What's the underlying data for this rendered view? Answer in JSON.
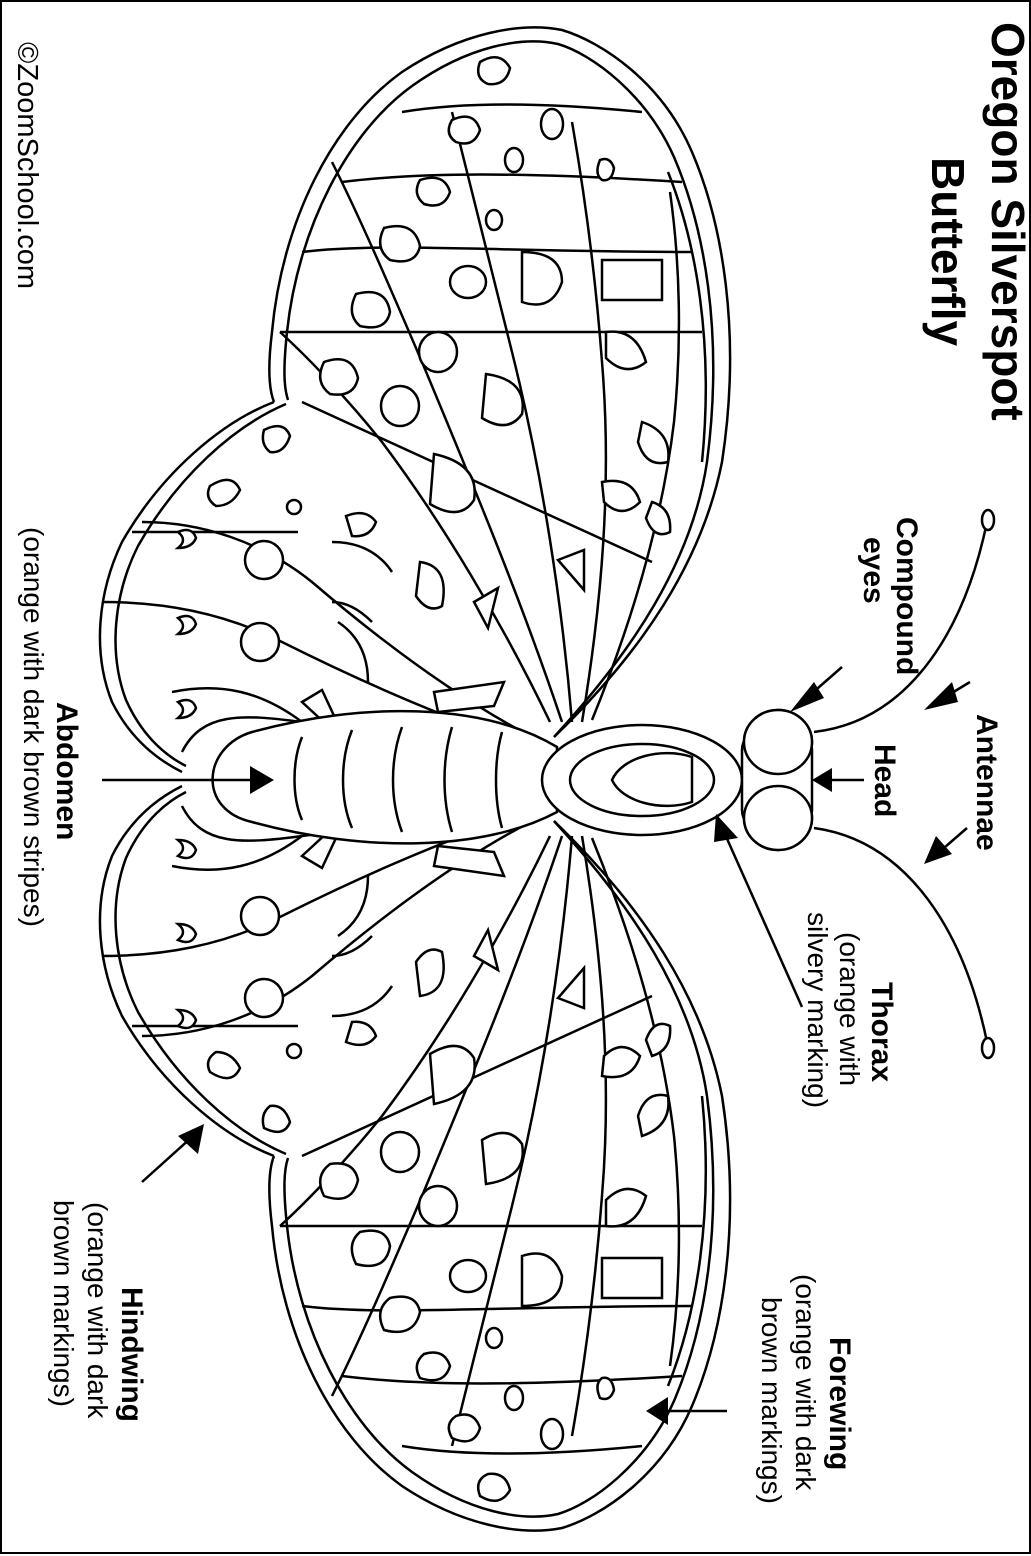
{
  "title": {
    "line1": "Oregon Silverspot",
    "line2": "Butterfly"
  },
  "copyright": "©ZoomSchool.com",
  "labels": {
    "antennae": "Antennae",
    "compound_eyes_1": "Compound",
    "compound_eyes_2": "eyes",
    "head": "Head",
    "thorax": "Thorax",
    "thorax_desc_1": "(orange with",
    "thorax_desc_2": "silvery marking)",
    "abdomen": "Abdomen",
    "abdomen_desc": "(orange with dark brown stripes)",
    "forewing": "Forewing",
    "forewing_desc_1": "(orange with dark",
    "forewing_desc_2": "brown markings)",
    "hindwing": "Hindwing",
    "hindwing_desc_1": "(orange with dark",
    "hindwing_desc_2": "brown markings)"
  },
  "colors": {
    "line": "#000000",
    "background": "#ffffff"
  }
}
